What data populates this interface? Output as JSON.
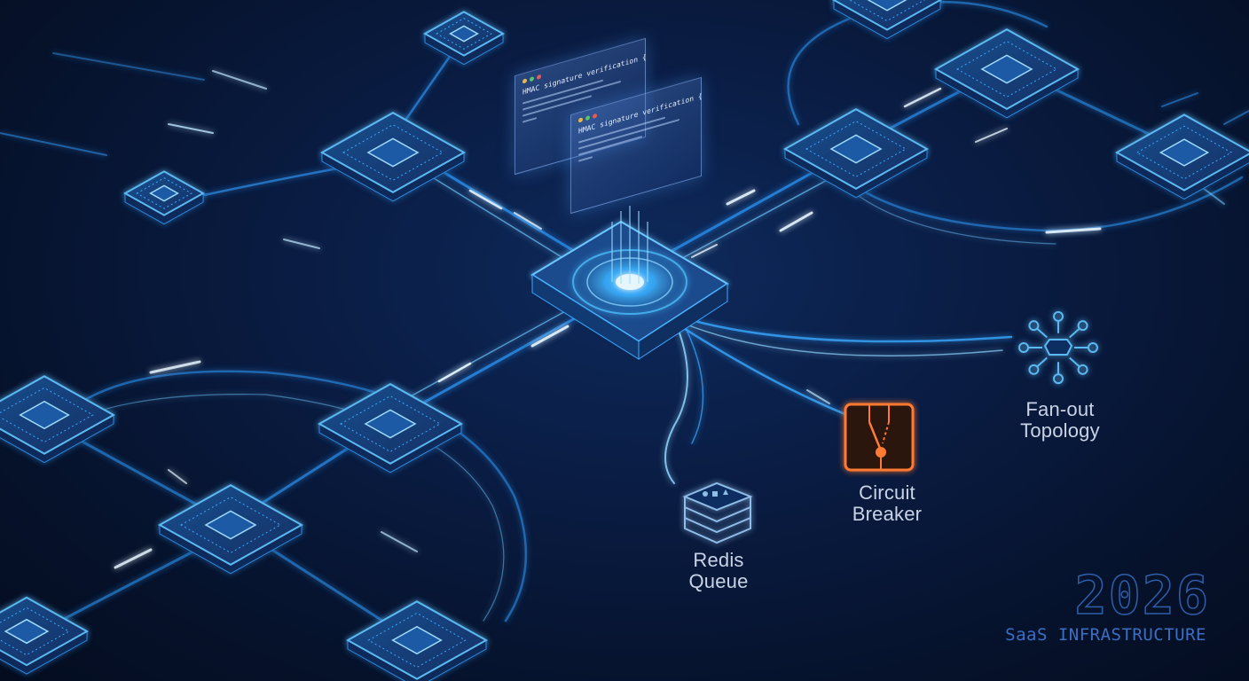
{
  "code_panels": [
    {
      "title": "HMAC signature verification {",
      "dot_colors": [
        "#e8b64a",
        "#5ac46a",
        "#e85a5a"
      ]
    },
    {
      "title": "HMAC signature verification {",
      "dot_colors": [
        "#e8b64a",
        "#5ac46a",
        "#e85a5a"
      ]
    }
  ],
  "labels": {
    "redis_queue": "Redis Queue",
    "circuit_breaker": "Circuit Breaker",
    "fan_out_topology": "Fan-out Topology"
  },
  "branding": {
    "year": "2026",
    "tagline": "SaaS INFRASTRUCTURE"
  },
  "icons": {
    "redis_queue": "stacked-database-icon",
    "circuit_breaker": "circuit-breaker-icon",
    "fan_out_topology": "fan-out-network-icon",
    "central_hub": "central-gateway-hub-icon"
  },
  "colors": {
    "background": "#07142e",
    "accent": "#2ea6ff",
    "glow": "#4fc3ff",
    "warning": "#ff7a33",
    "text": "#c9d3e6"
  }
}
